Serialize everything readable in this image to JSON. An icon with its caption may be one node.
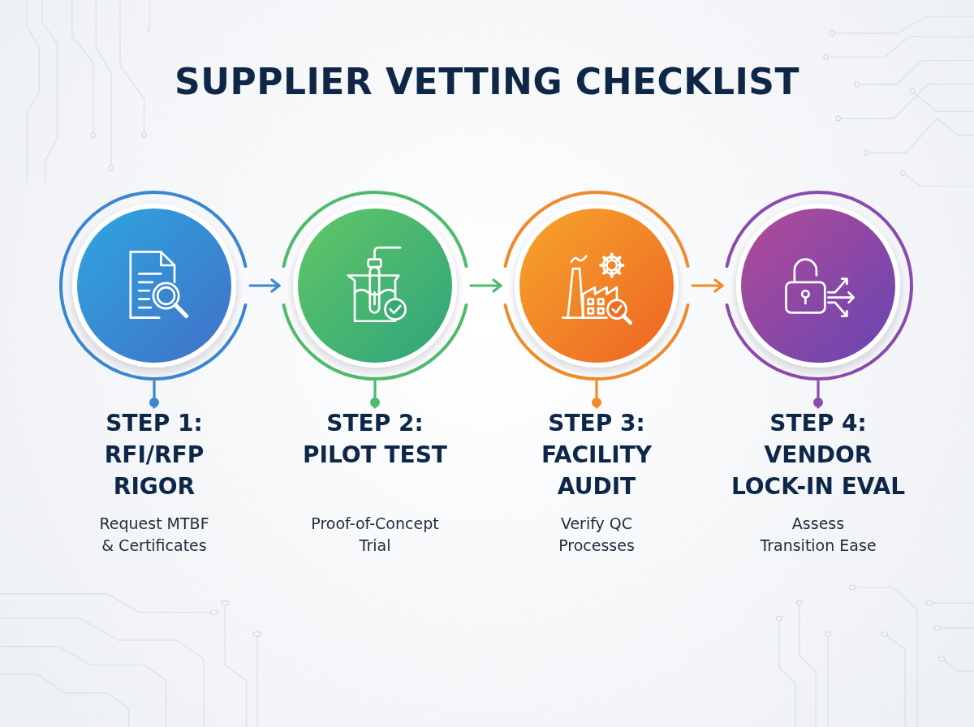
{
  "diagram": {
    "title": "SUPPLIER VETTING CHECKLIST",
    "nodes": [
      {
        "text": [],
        "shape": "picture"
      },
      {
        "text": [],
        "shape": "picture"
      },
      {
        "text": [],
        "shape": "picture"
      },
      {
        "text": [],
        "shape": "picture"
      },
      {
        "text": [
          "STEP 1: RFI/RFP RIGOR",
          "Request MTBF & Certificates"
        ]
      },
      {
        "text": [
          "STEP 2: PILOT TEST",
          "Proof-of-Concept Trial"
        ]
      },
      {
        "text": [
          "STEP 3: FACILITY AUDIT",
          "Verify QC Processes"
        ]
      },
      {
        "text": [
          "STEP 4: VENDOR LOCK-IN EVAL",
          "Assess Transition Ease"
        ]
      }
    ],
    "edges": [
      {
        "from": 0,
        "to": 1,
        "arrow": "to",
        "color": "#3a86d1"
      },
      {
        "from": 1,
        "to": 2,
        "arrow": "to",
        "color": "#4dbb6b"
      },
      {
        "from": 2,
        "to": 3,
        "arrow": "to",
        "color": "#f08a2a"
      },
      {
        "from": 0,
        "to": 4,
        "arrow": "other",
        "color": "#3a86d1"
      },
      {
        "from": 1,
        "to": 5,
        "arrow": "other",
        "color": "#4dbb6b"
      },
      {
        "from": 2,
        "to": 6,
        "arrow": "other",
        "color": "#f08a2a"
      },
      {
        "from": 3,
        "to": 7,
        "arrow": "other",
        "color": "#8b4aae"
      }
    ]
  }
}
